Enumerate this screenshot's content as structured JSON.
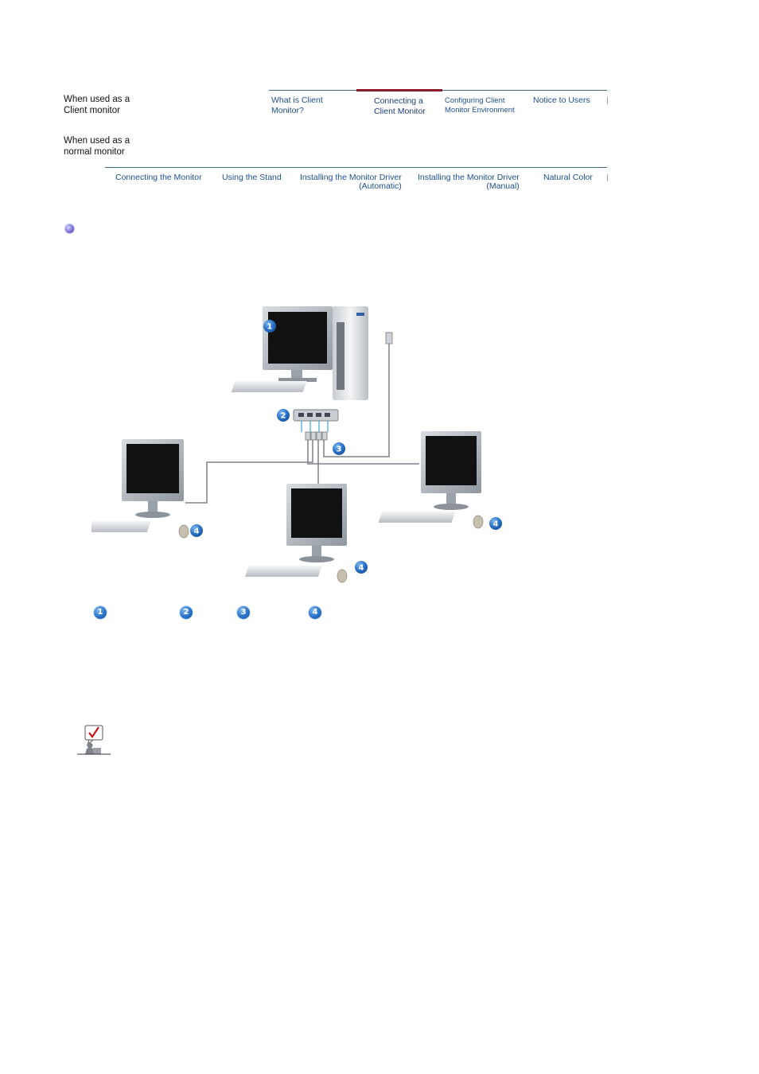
{
  "side": {
    "client_heading": "When used as a\nClient monitor",
    "normal_heading": "When used as a\nnormal monitor"
  },
  "topnav": {
    "items": [
      {
        "label": "What is Client\nMonitor?"
      },
      {
        "label": "Connecting a\nClient Monitor"
      },
      {
        "label": "Configuring  Client\nMonitor  Environment"
      },
      {
        "label": "Notice to Users"
      }
    ],
    "active_color": "#8b1a2b",
    "line_color": "#3d6b86"
  },
  "subnav": {
    "items": [
      {
        "label": "Connecting  the Monitor",
        "line2": ""
      },
      {
        "label": "Using the Stand",
        "line2": ""
      },
      {
        "label": "Installing the Monitor Driver",
        "line2": "(Automatic)"
      },
      {
        "label": "Installing the Monitor Driver",
        "line2": "(Manual)"
      },
      {
        "label": "Natural Color",
        "line2": ""
      }
    ]
  },
  "diagram": {
    "badges": [
      "1",
      "2",
      "3",
      "4"
    ]
  },
  "legend": {
    "badges": [
      "1",
      "2",
      "3",
      "4"
    ]
  },
  "colors": {
    "link": "#1d4f91",
    "badge": "#2a73c9"
  }
}
